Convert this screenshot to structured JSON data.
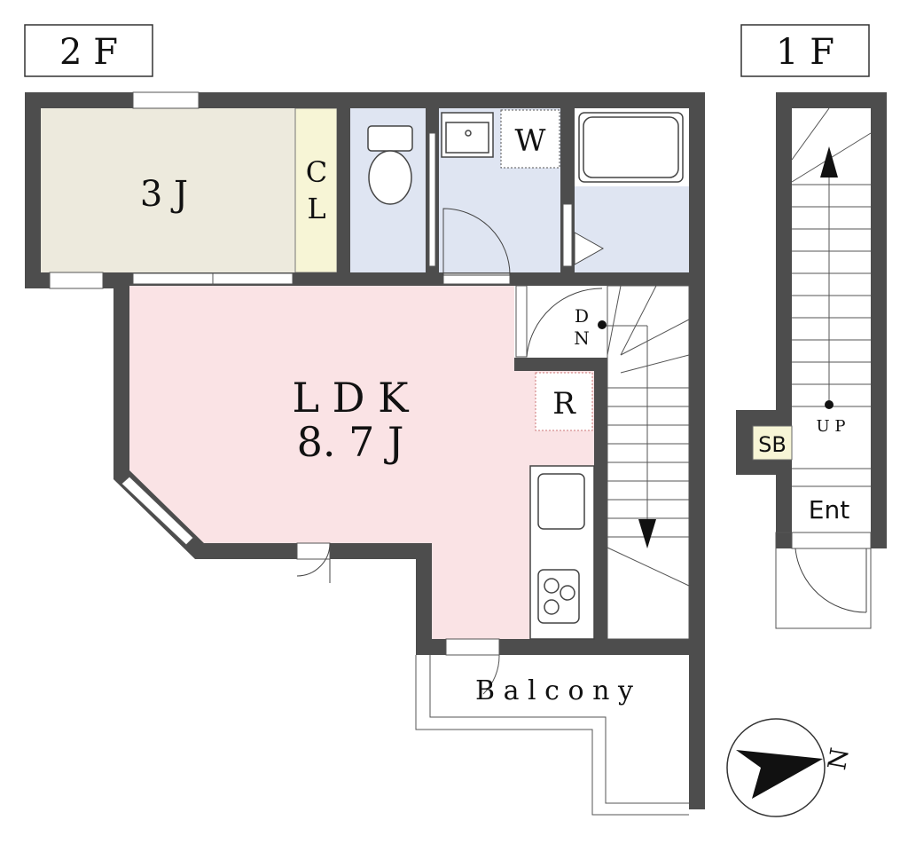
{
  "floors": {
    "second": "2 F",
    "first": "1 F"
  },
  "rooms": {
    "room_3j": "3 J",
    "closet_c": "C",
    "closet_l": "L",
    "washroom": "W",
    "ldk_name": "L D K",
    "ldk_size": "8. 7 J",
    "refrigerator": "R",
    "stairs_down_d": "D",
    "stairs_down_n": "N",
    "balcony": "B a l c o n y",
    "stairs_up": "U P",
    "shoe_box": "SB",
    "entrance": "Ent",
    "north": "N"
  },
  "colors": {
    "wall": "#4d4d4d",
    "room_3j": "#edeadd",
    "closet": "#f7f5d6",
    "wet_area": "#dfe5f2",
    "ldk": "#fae3e5"
  }
}
